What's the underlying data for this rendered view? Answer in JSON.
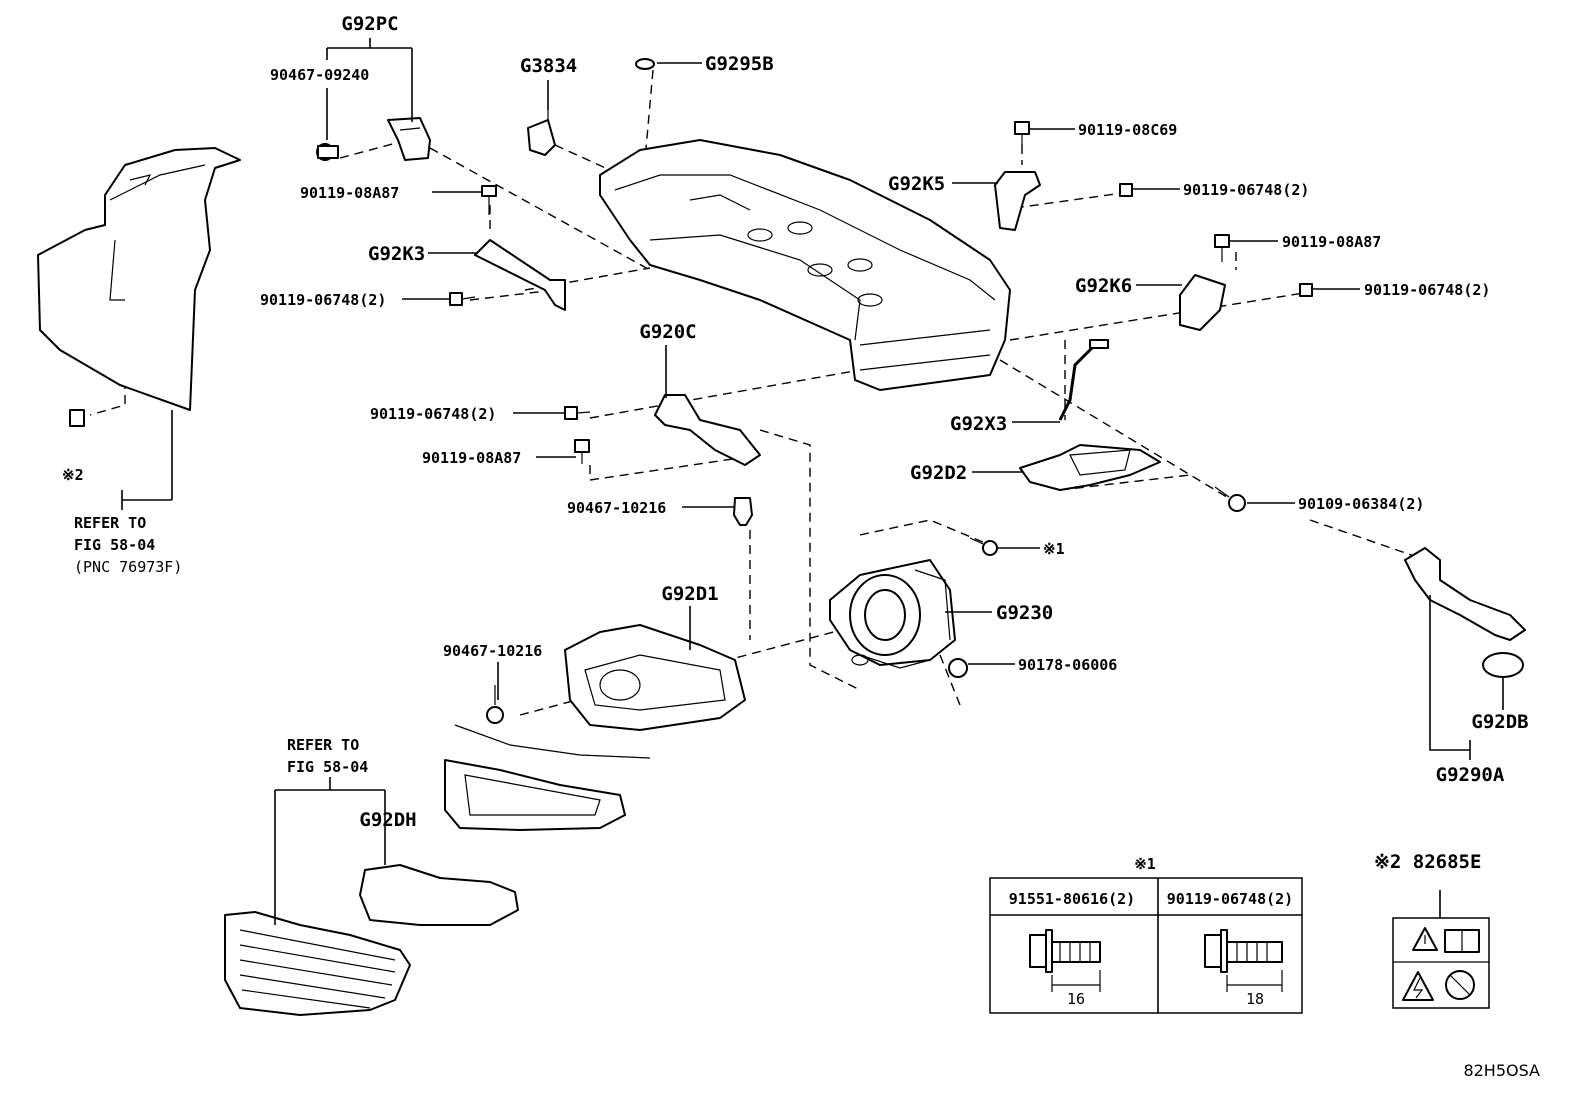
{
  "parts": {
    "g92pc": "G92PC",
    "p90467_09240": "90467-09240",
    "p90119_08a87_a": "90119-08A87",
    "g92k3": "G92K3",
    "p90119_06748_a": "90119-06748(2)",
    "g3834": "G3834",
    "g9295b": "G9295B",
    "p90119_08c69": "90119-08C69",
    "g92k5": "G92K5",
    "p90119_06748_b": "90119-06748(2)",
    "p90119_08a87_b": "90119-08A87",
    "g92k6": "G92K6",
    "p90119_06748_c": "90119-06748(2)",
    "g920c": "G920C",
    "p90119_06748_d": "90119-06748(2)",
    "p90119_08a87_c": "90119-08A87",
    "p90467_10216_a": "90467-10216",
    "g92x3": "G92X3",
    "g92d2": "G92D2",
    "p90109_06384": "90109-06384(2)",
    "note1_mark": "※1",
    "g9230": "G9230",
    "g92d1": "G92D1",
    "p90467_10216_b": "90467-10216",
    "p90178_06006": "90178-06006",
    "g92db": "G92DB",
    "g9290a": "G9290A",
    "g92dh": "G92DH",
    "note2_mark": "※2"
  },
  "refer_left": {
    "line1": "REFER TO",
    "line2": "FIG 58-04",
    "line3": "(PNC 76973F)"
  },
  "refer_bottom": {
    "line1": "REFER TO",
    "line2": "FIG 58-04"
  },
  "bolt_table": {
    "heading": "※1",
    "col1_label": "91551-80616(2)",
    "col1_dim": "16",
    "col2_label": "90119-06748(2)",
    "col2_dim": "18"
  },
  "label_box": {
    "heading": "※2 82685E"
  },
  "diagram_id": "82H5OSA"
}
